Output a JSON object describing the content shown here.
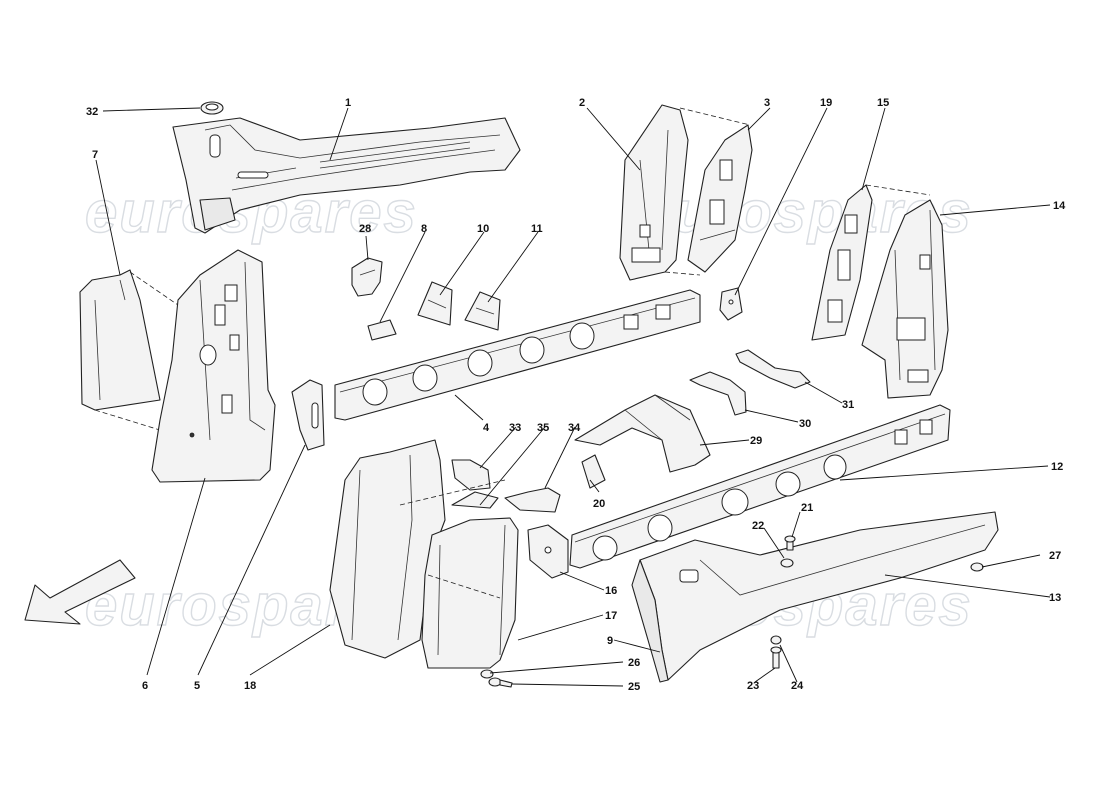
{
  "watermark": {
    "text": "eurospares"
  },
  "callouts": [
    {
      "id": "c1",
      "label": "1"
    },
    {
      "id": "c2",
      "label": "2"
    },
    {
      "id": "c3",
      "label": "3"
    },
    {
      "id": "c4",
      "label": "4"
    },
    {
      "id": "c5",
      "label": "5"
    },
    {
      "id": "c6",
      "label": "6"
    },
    {
      "id": "c7",
      "label": "7"
    },
    {
      "id": "c8",
      "label": "8"
    },
    {
      "id": "c9",
      "label": "9"
    },
    {
      "id": "c10",
      "label": "10"
    },
    {
      "id": "c11",
      "label": "11"
    },
    {
      "id": "c12",
      "label": "12"
    },
    {
      "id": "c13",
      "label": "13"
    },
    {
      "id": "c14",
      "label": "14"
    },
    {
      "id": "c15",
      "label": "15"
    },
    {
      "id": "c16",
      "label": "16"
    },
    {
      "id": "c17",
      "label": "17"
    },
    {
      "id": "c18",
      "label": "18"
    },
    {
      "id": "c19",
      "label": "19"
    },
    {
      "id": "c20",
      "label": "20"
    },
    {
      "id": "c21",
      "label": "21"
    },
    {
      "id": "c22",
      "label": "22"
    },
    {
      "id": "c23",
      "label": "23"
    },
    {
      "id": "c24",
      "label": "24"
    },
    {
      "id": "c25",
      "label": "25"
    },
    {
      "id": "c26",
      "label": "26"
    },
    {
      "id": "c27",
      "label": "27"
    },
    {
      "id": "c28",
      "label": "28"
    },
    {
      "id": "c29",
      "label": "29"
    },
    {
      "id": "c30",
      "label": "30"
    },
    {
      "id": "c31",
      "label": "31"
    },
    {
      "id": "c32",
      "label": "32"
    },
    {
      "id": "c33",
      "label": "33"
    },
    {
      "id": "c34",
      "label": "34"
    },
    {
      "id": "c35",
      "label": "35"
    }
  ],
  "colors": {
    "background": "#ffffff",
    "line": "#222222",
    "part_fill": "#f3f3f3",
    "watermark": "#d9dde2"
  }
}
